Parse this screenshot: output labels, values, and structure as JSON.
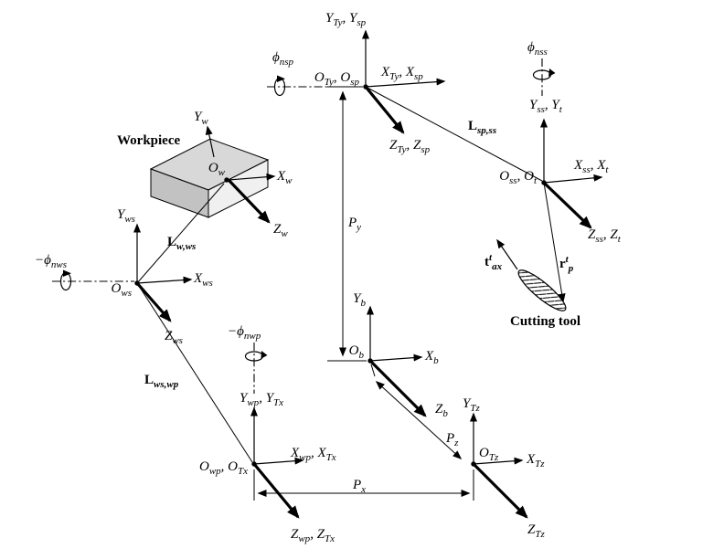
{
  "figure": {
    "workpiece_label": "Workpiece",
    "cutting_tool_label": "Cutting tool"
  },
  "colors": {
    "ink": "#000000",
    "workpiece_top": "#d8d8d8",
    "workpiece_front": "#c2c2c2",
    "workpiece_side": "#f0f0f0"
  },
  "frames": {
    "sp": {
      "y_axis": "Y_{Ty}, Y_{sp}",
      "x_axis": "X_{Ty}, X_{sp}",
      "z_axis": "Z_{Ty}, Z_{sp}",
      "origin": "O_{Ty}, O_{sp}",
      "rotation": "ϕ_{nsp}"
    },
    "ss": {
      "y_axis": "Y_{ss}, Y_{t}",
      "x_axis": "X_{ss}, X_{t}",
      "z_axis": "Z_{ss}, Z_{t}",
      "origin": "O_{ss}, O_{t}",
      "rotation": "ϕ_{nss}"
    },
    "w": {
      "y_axis": "Y_{w}",
      "x_axis": "X_{w}",
      "z_axis": "Z_{w}",
      "origin": "O_{w}"
    },
    "ws": {
      "y_axis": "Y_{ws}",
      "x_axis": "X_{ws}",
      "z_axis": "Z_{ws}",
      "origin": "O_{ws}",
      "rotation": "−ϕ_{nws}"
    },
    "b": {
      "y_axis": "Y_{b}",
      "x_axis": "X_{b}",
      "z_axis": "Z_{b}",
      "origin": "O_{b}"
    },
    "wp": {
      "y_axis": "Y_{wp}, Y_{Tx}",
      "x_axis": "X_{wp}, X_{Tx}",
      "z_axis": "Z_{wp}, Z_{Tx}",
      "origin": "O_{wp}, O_{Tx}",
      "rotation": "−ϕ_{nwp}"
    },
    "tz": {
      "y_axis": "Y_{Tz}",
      "x_axis": "X_{Tz}",
      "z_axis": "Z_{Tz}",
      "origin": "O_{Tz}"
    }
  },
  "links": {
    "l_w_ws": "L_{w,ws}",
    "l_ws_wp": "L_{ws,wp}",
    "l_sp_ss": "L_{sp,ss}"
  },
  "dimensions": {
    "px": "P_{x}",
    "py": "P_{y}",
    "pz": "P_{z}"
  },
  "vectors": {
    "t_ax": "t^{t}_{ax}",
    "r_p": "r^{t}_{p}"
  }
}
